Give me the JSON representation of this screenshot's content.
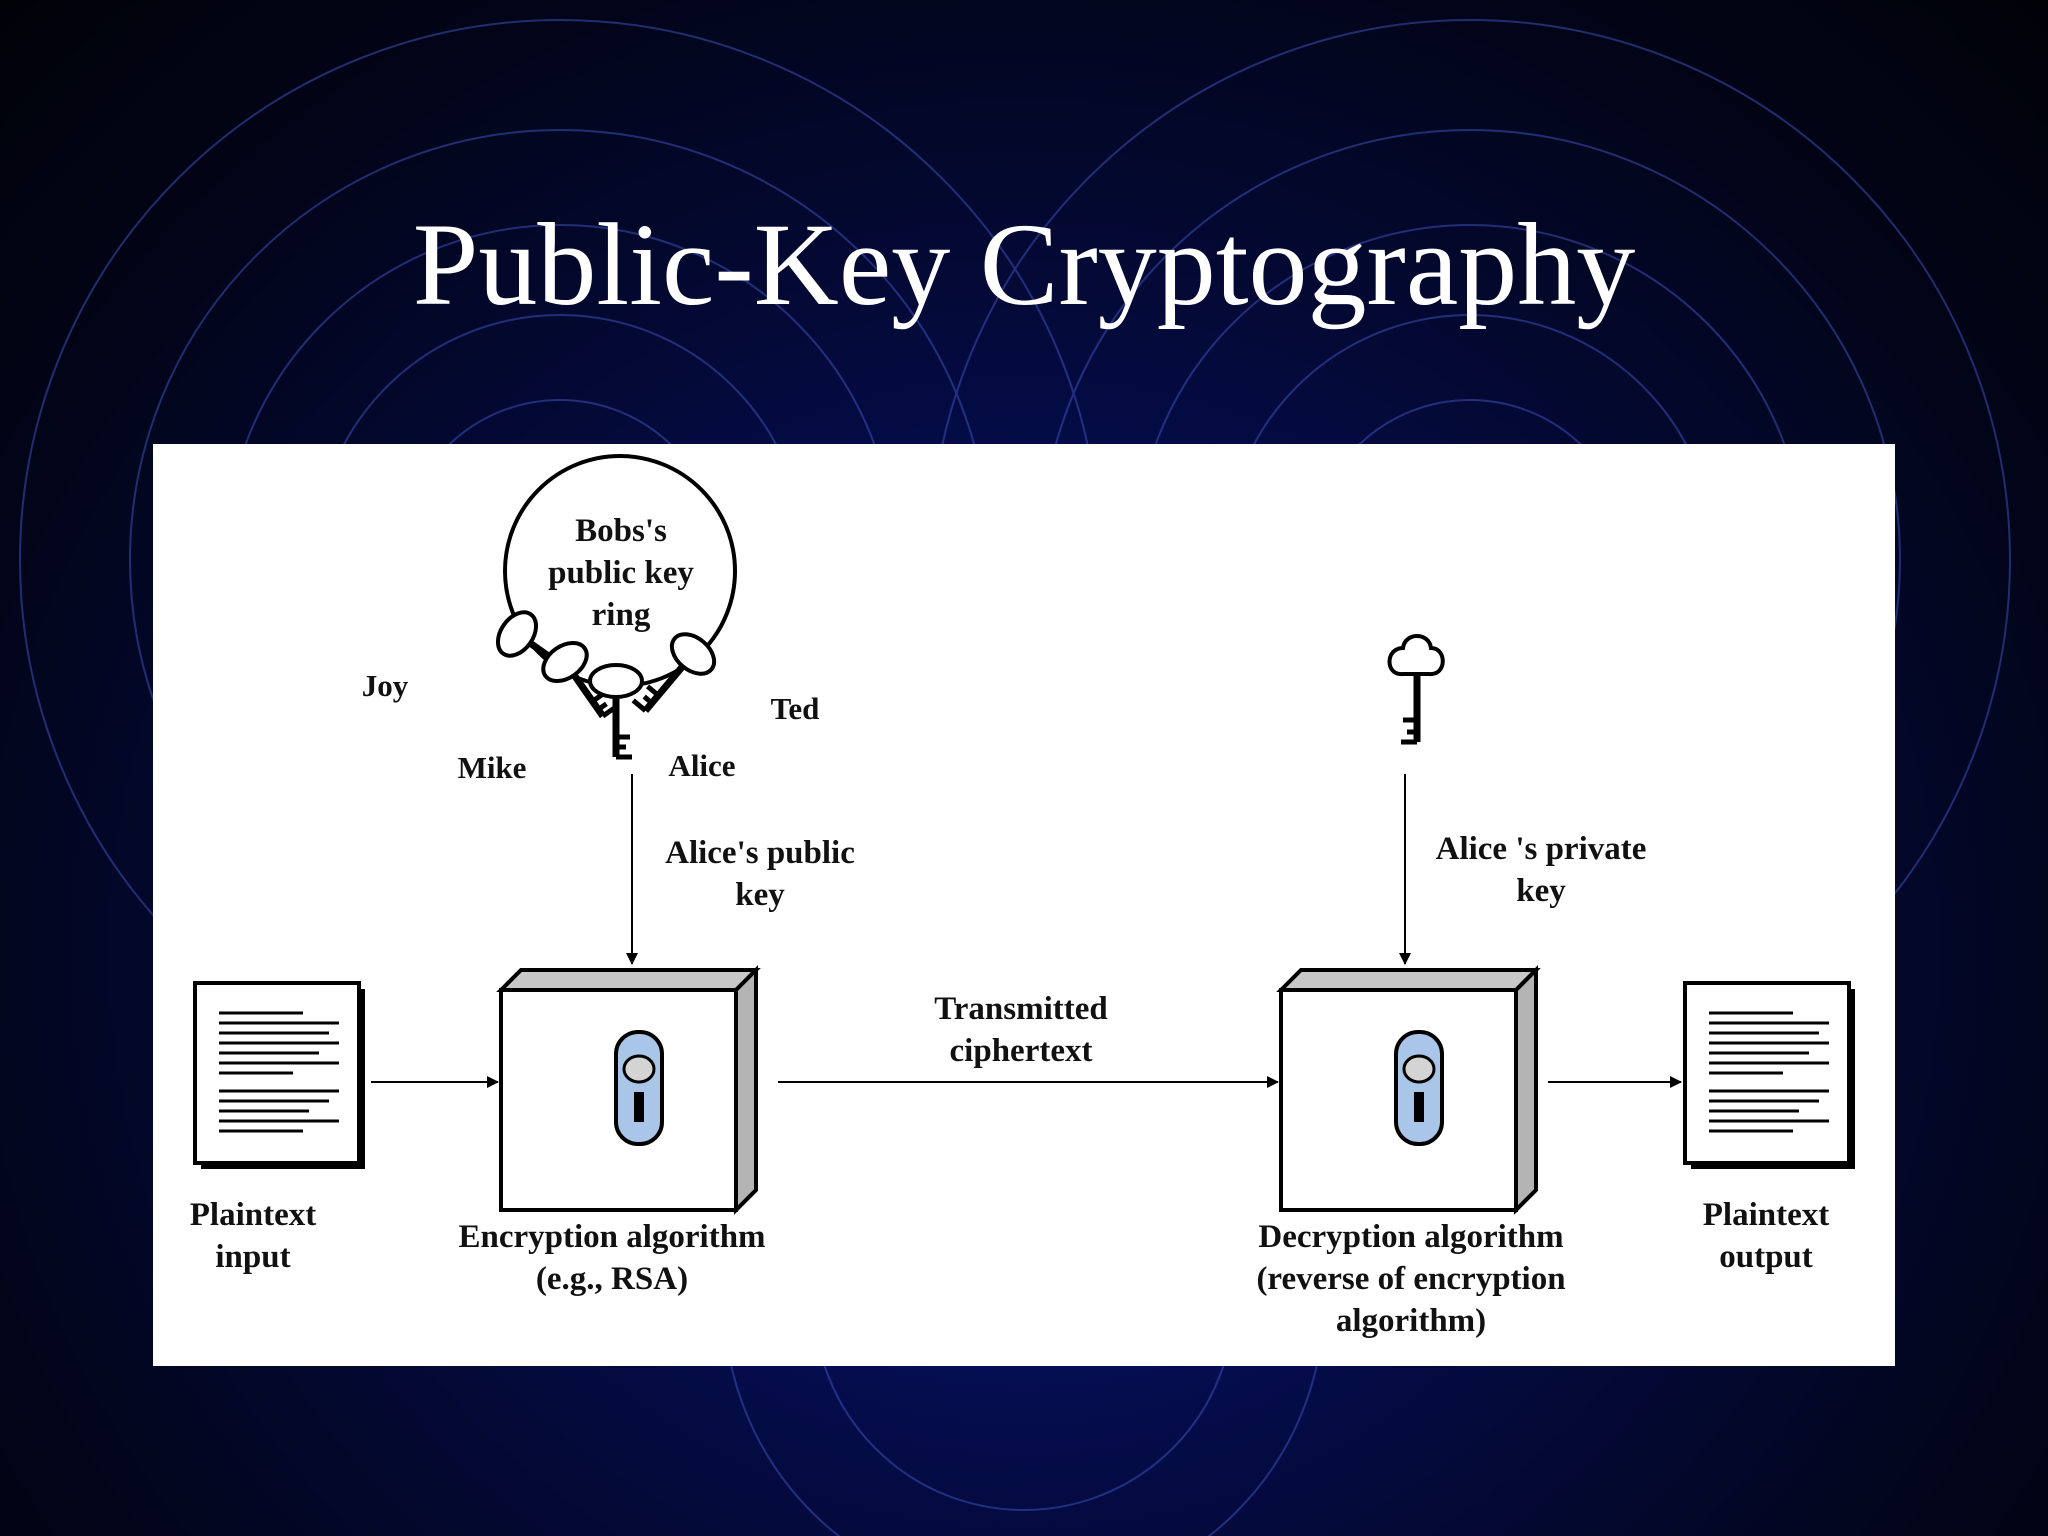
{
  "slide": {
    "title": "Public-Key Cryptography",
    "colors": {
      "background": "#040a3c",
      "title": "#ffffff",
      "panel": "#ffffff",
      "keyhole": "#a9c6e8"
    }
  },
  "diagram": {
    "key_ring": {
      "lines": [
        "Bobs's",
        "public key",
        "ring"
      ]
    },
    "key_owners": {
      "joy": "Joy",
      "mike": "Mike",
      "alice": "Alice",
      "ted": "Ted"
    },
    "public_key_label": [
      "Alice's public",
      "key"
    ],
    "private_key_label": [
      "Alice 's private",
      "key"
    ],
    "plaintext_input": [
      "Plaintext",
      "input"
    ],
    "plaintext_output": [
      "Plaintext",
      "output"
    ],
    "encryption": [
      "Encryption algorithm",
      "(e.g., RSA)"
    ],
    "decryption": [
      "Decryption algorithm",
      "(reverse of encryption",
      "algorithm)"
    ],
    "transmitted": [
      "Transmitted",
      "ciphertext"
    ],
    "icons": [
      "key-ring-icon",
      "key-icon",
      "document-icon",
      "lock-box-icon",
      "keyhole-icon",
      "arrow-icon"
    ]
  }
}
